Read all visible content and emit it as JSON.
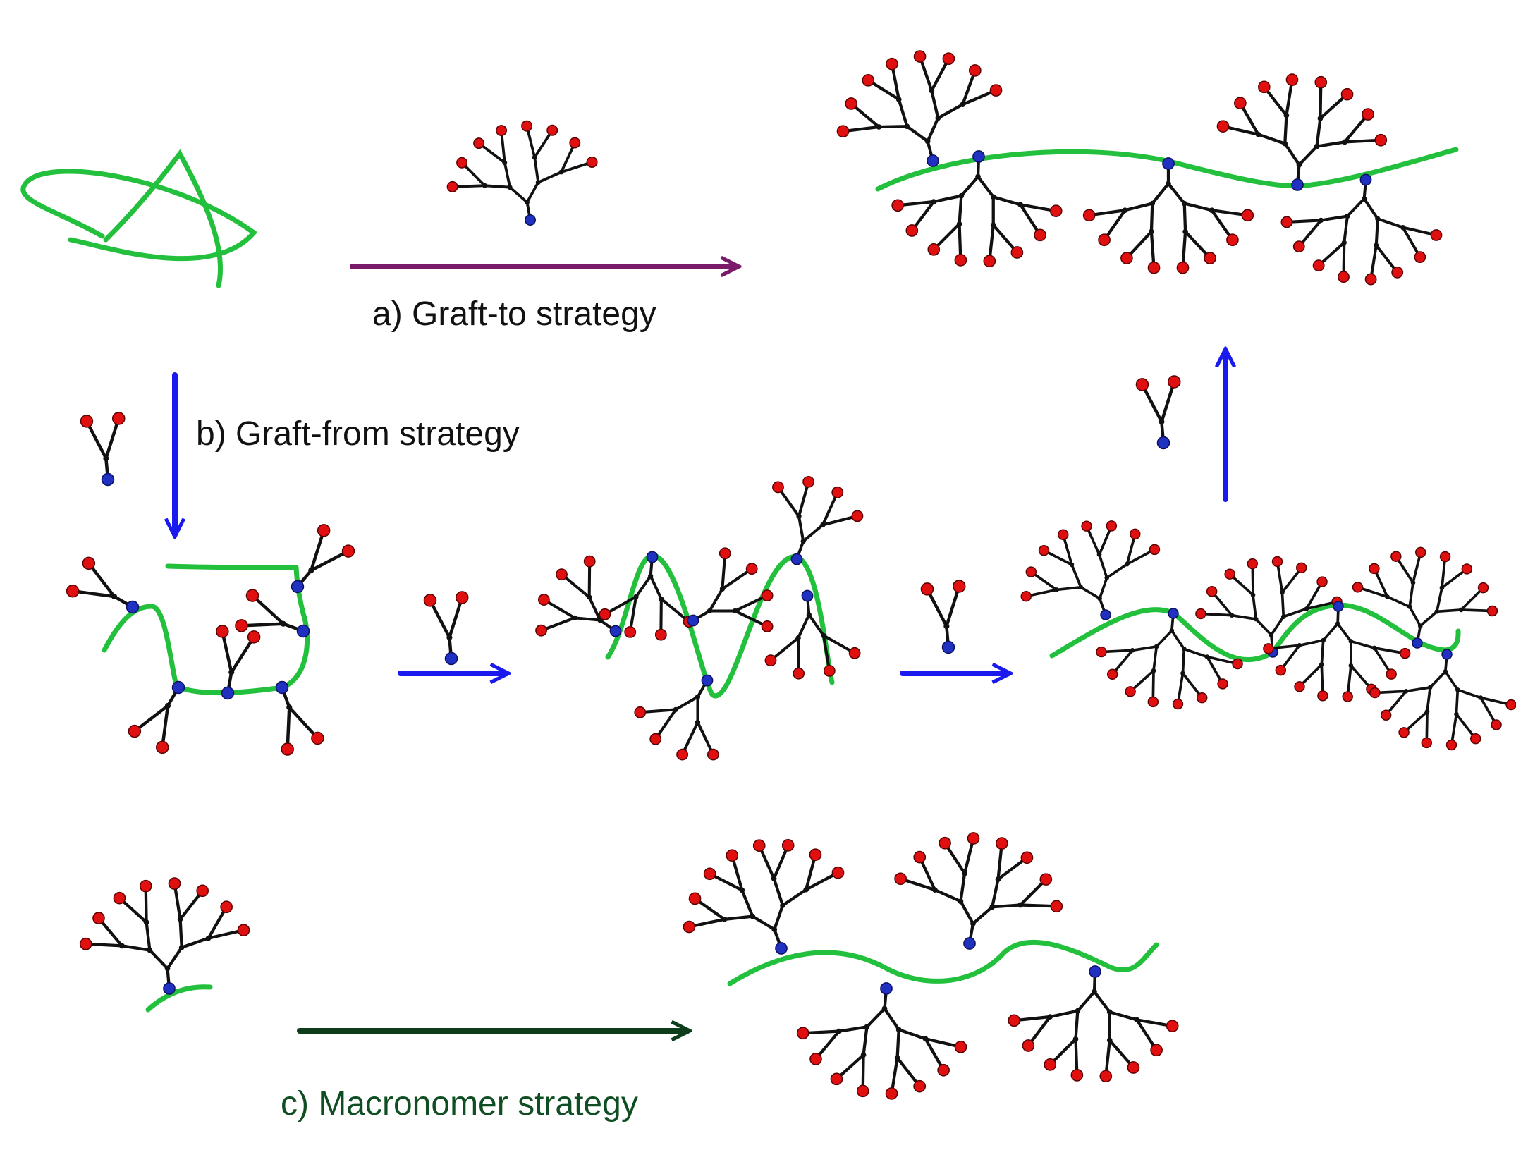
{
  "labels": {
    "graft_to": "a) Graft-to strategy",
    "graft_from": "b) Graft-from strategy",
    "macronomer": "c) Macronomer strategy"
  },
  "colors": {
    "backbone": "#22c03c",
    "bond": "#111111",
    "end_group": "#e01010",
    "anchor_group": "#2030c0",
    "arrow_graft_to": "#7a1a6a",
    "arrow_graft_from": "#1a1aee",
    "arrow_macronomer": "#0d3d1a",
    "label_macronomer": "#0f4d22"
  }
}
